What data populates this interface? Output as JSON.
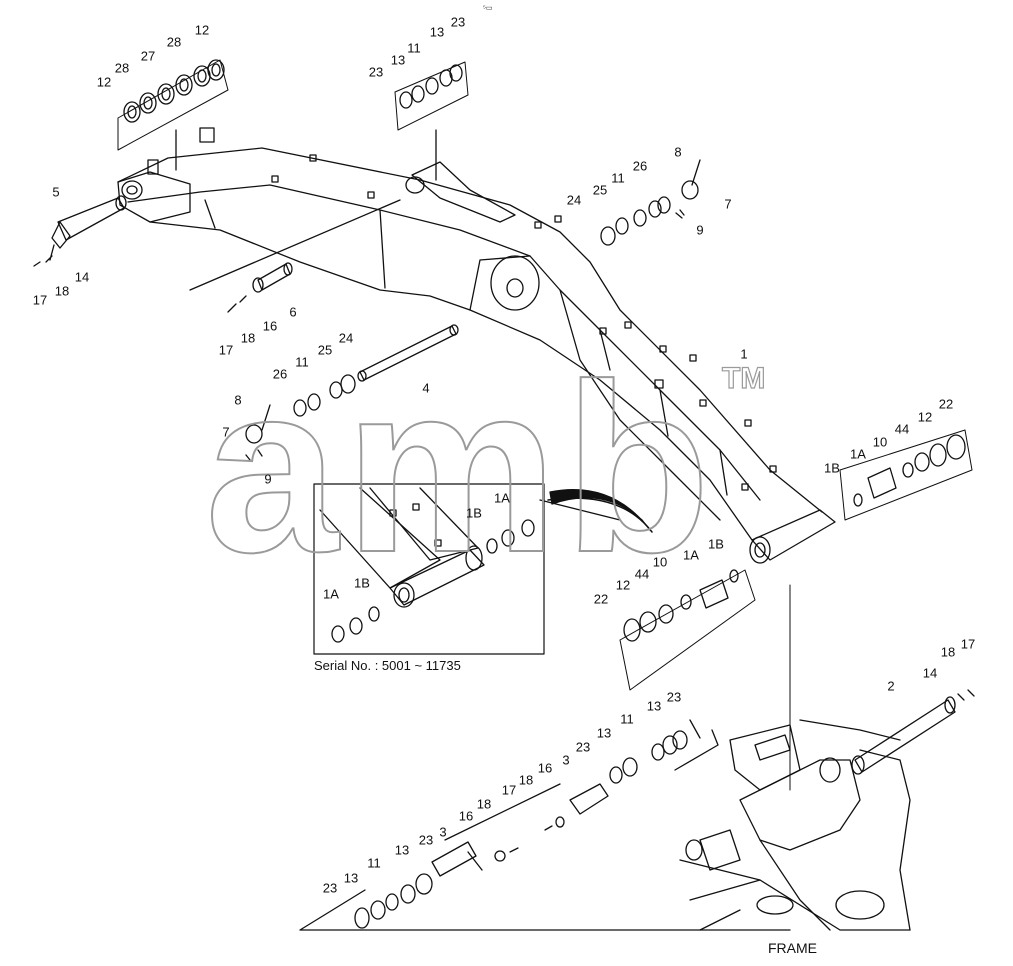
{
  "watermark": {
    "text": "amb",
    "tm": "TM"
  },
  "captions": {
    "serial": "Serial No. : 5001 ~ 11735",
    "frame": "FRAME",
    "top_mark": "⁵▭"
  },
  "callouts": [
    {
      "label": "12"
    },
    {
      "label": "28"
    },
    {
      "label": "27"
    },
    {
      "label": "28"
    },
    {
      "label": "12"
    },
    {
      "label": "13"
    },
    {
      "label": "23"
    },
    {
      "label": "11"
    },
    {
      "label": "23"
    },
    {
      "label": "13"
    },
    {
      "label": "8"
    },
    {
      "label": "26"
    },
    {
      "label": "11"
    },
    {
      "label": "25"
    },
    {
      "label": "24"
    },
    {
      "label": "7"
    },
    {
      "label": "9"
    },
    {
      "label": "5"
    },
    {
      "label": "14"
    },
    {
      "label": "18"
    },
    {
      "label": "17"
    },
    {
      "label": "6"
    },
    {
      "label": "16"
    },
    {
      "label": "18"
    },
    {
      "label": "17"
    },
    {
      "label": "24"
    },
    {
      "label": "25"
    },
    {
      "label": "11"
    },
    {
      "label": "26"
    },
    {
      "label": "8"
    },
    {
      "label": "7"
    },
    {
      "label": "9"
    },
    {
      "label": "4"
    },
    {
      "label": "1"
    },
    {
      "label": "1B"
    },
    {
      "label": "1A"
    },
    {
      "label": "10"
    },
    {
      "label": "44"
    },
    {
      "label": "12"
    },
    {
      "label": "22"
    },
    {
      "label": "1A"
    },
    {
      "label": "1B"
    },
    {
      "label": "1A"
    },
    {
      "label": "1B"
    },
    {
      "label": "22"
    },
    {
      "label": "12"
    },
    {
      "label": "44"
    },
    {
      "label": "10"
    },
    {
      "label": "1A"
    },
    {
      "label": "1B"
    },
    {
      "label": "2"
    },
    {
      "label": "18"
    },
    {
      "label": "17"
    },
    {
      "label": "14"
    },
    {
      "label": "13"
    },
    {
      "label": "23"
    },
    {
      "label": "11"
    },
    {
      "label": "13"
    },
    {
      "label": "23"
    },
    {
      "label": "3"
    },
    {
      "label": "16"
    },
    {
      "label": "18"
    },
    {
      "label": "17"
    },
    {
      "label": "18"
    },
    {
      "label": "16"
    },
    {
      "label": "3"
    },
    {
      "label": "23"
    },
    {
      "label": "13"
    },
    {
      "label": "11"
    },
    {
      "label": "13"
    },
    {
      "label": "23"
    }
  ]
}
